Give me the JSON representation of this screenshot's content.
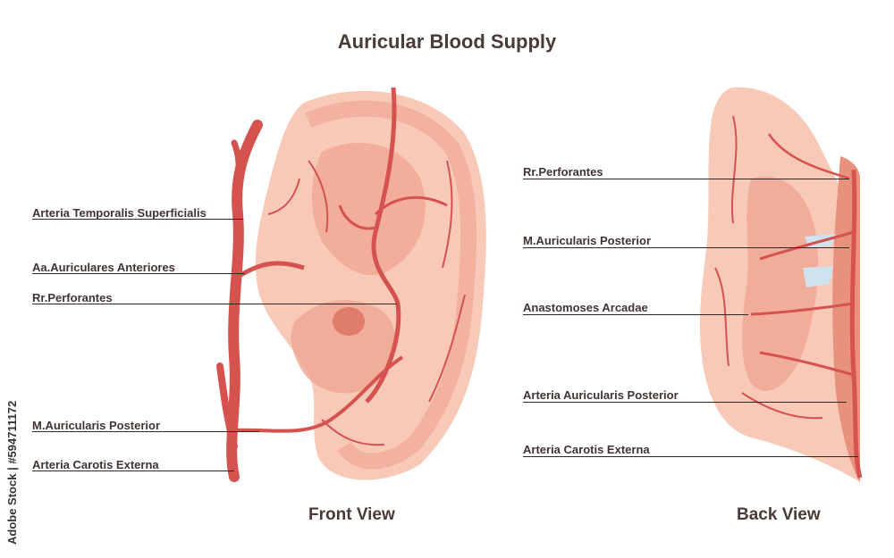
{
  "title": "Auricular Blood Supply",
  "views": {
    "front": "Front View",
    "back": "Back View"
  },
  "front_labels": [
    "Arteria Temporalis Superficialis",
    "Aa.Auriculares Anteriores",
    "Rr.Perforantes",
    "M.Auricularis Posterior",
    "Arteria Carotis Externa"
  ],
  "back_labels": [
    "Rr.Perforantes",
    "M.Auricularis Posterior",
    "Anastomoses Arcadae",
    "Arteria Auricularis Posterior",
    "Arteria Carotis Externa"
  ],
  "watermark": "Adobe Stock | #594711172",
  "colors": {
    "artery": "#d6524f",
    "ear_light": "#f9c9b8",
    "ear_mid": "#f1a894",
    "ear_dark": "#e07c6a",
    "cartilage_blue": "#cfe3ee"
  }
}
